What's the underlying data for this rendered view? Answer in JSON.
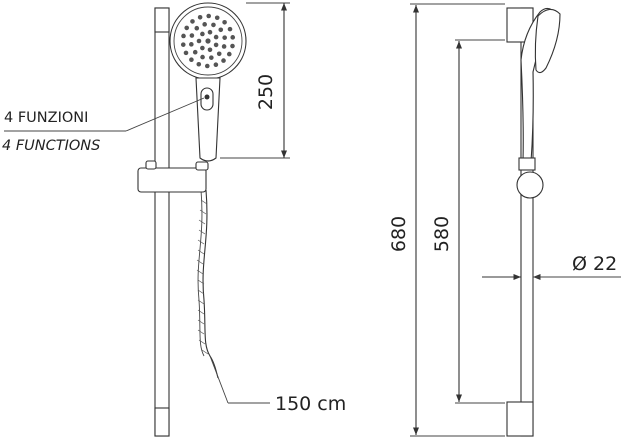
{
  "dimensions": {
    "handshower_height": "250",
    "total_height": "680",
    "bar_length": "580",
    "bar_diameter": "Ø 22",
    "hose_length": "150 cm"
  },
  "labels": {
    "functions_it": "4 FUNZIONI",
    "functions_en": "4 FUNCTIONS"
  }
}
